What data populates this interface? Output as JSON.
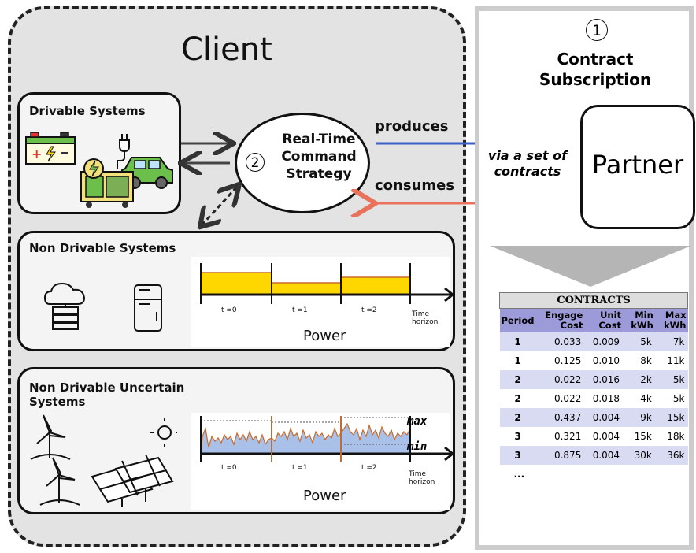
{
  "client": {
    "title": "Client"
  },
  "drivable": {
    "title": "Drivable Systems"
  },
  "non_drivable": {
    "title": "Non Drivable Systems",
    "power_label": "Power",
    "time_labels": [
      "t =0",
      "t =1",
      "t =2"
    ],
    "time_axis_label": "Time horizon"
  },
  "uncertain": {
    "title": "Non Drivable Uncertain Systems",
    "power_label": "Power",
    "time_labels": [
      "t =0",
      "t =1",
      "t =2"
    ],
    "time_axis_label": "Time horizon",
    "max_label": "max",
    "min_label": "min"
  },
  "strategy": {
    "number": "2",
    "title": "Real-Time Command Strategy"
  },
  "subscription": {
    "number": "1",
    "title": "Contract Subscription"
  },
  "partner": {
    "label": "Partner"
  },
  "flows": {
    "produces": "produces",
    "consumes": "consumes",
    "via": "via a set of contracts"
  },
  "contracts": {
    "caption": "CONTRACTS",
    "headers": [
      "Period",
      "Engage Cost",
      "Unit Cost",
      "Min kWh",
      "Max kWh"
    ],
    "rows": [
      [
        "1",
        "0.033",
        "0.009",
        "5k",
        "7k"
      ],
      [
        "1",
        "0.125",
        "0.010",
        "8k",
        "11k"
      ],
      [
        "2",
        "0.022",
        "0.016",
        "2k",
        "5k"
      ],
      [
        "2",
        "0.022",
        "0.018",
        "4k",
        "5k"
      ],
      [
        "2",
        "0.437",
        "0.004",
        "9k",
        "15k"
      ],
      [
        "3",
        "0.321",
        "0.004",
        "15k",
        "18k"
      ],
      [
        "3",
        "0.875",
        "0.004",
        "30k",
        "36k"
      ]
    ],
    "ellipsis": "..."
  },
  "colors": {
    "produces_arrow": "#3a5fc8",
    "consumes_arrow": "#e8735a",
    "table_header": "#9c9ad8",
    "table_row_alt": "#d9dbf2",
    "power_fill": "#ffd700",
    "uncertain_fill": "#a9c1e8"
  }
}
